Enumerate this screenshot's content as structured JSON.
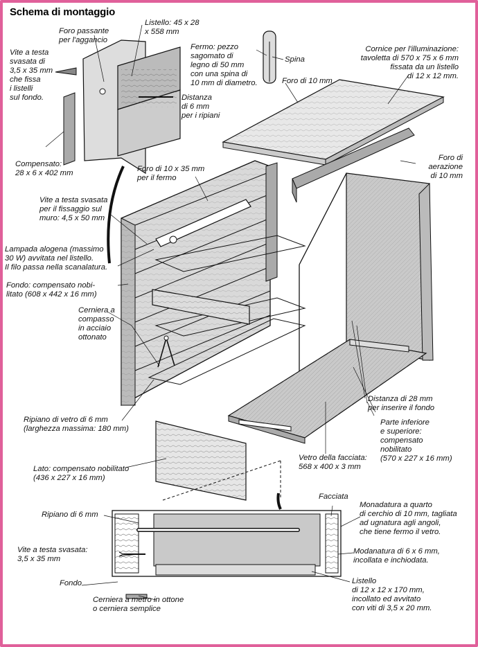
{
  "title": "Schema di montaggio",
  "labels": {
    "listello": "Listello: 45 x 28\nx 558 mm",
    "foro_passante": "Foro passante\nper l'aggancio",
    "fermo": "Fermo: pezzo\nsagomato di\nlegno di 50 mm\ncon una spina di\n10 mm di diametro.",
    "spina": "Spina",
    "cornice": "Cornice per l'illuminazione:\ntavoletta di 570 x 75 x 6 mm\nfissata da un listello\ndi 12 x 12 mm.",
    "vite_fondo": "Vite a testa\nsvasata di\n3,5 x 35 mm\nche fissa\ni listelli\nsul fondo.",
    "foro_10": "Foro di 10 mm",
    "distanza_6": "Distanza\ndi 6 mm\nper i ripiani",
    "compensato": "Compensato:\n28 x 6 x 402 mm",
    "foro_aerazione": "Foro di\naerazione\ndi 10 mm",
    "foro_10x35": "Foro di 10 x 35 mm\nper il fermo",
    "vite_muro": "Vite a testa svasata\nper il fissaggio sul\nmuro: 4,5 x 50 mm",
    "lampada": "Lampada alogena (massimo\n30 W) avvitata nel listello.\nIl filo passa nella scanalatura.",
    "fondo": "Fondo: compensato nobi-\nlitato (608 x 442 x 16 mm)",
    "cerniera": "Cerniera a\ncompasso\nin acciaio\nottonato",
    "distanza_28": "Distanza di 28 mm\nper inserire il fondo",
    "parte_inferiore": "Parte inferiore\ne superiore:\ncompensato\nnobilitato\n(570 x 227 x 16 mm)",
    "ripiano_vetro": "Ripiano di vetro di 6 mm\n(larghezza massima: 180 mm)",
    "vetro_facciata": "Vetro della facciata:\n568 x 400 x 3 mm",
    "lato": "Lato: compensato nobilitato\n(436 x 227 x 16 mm)",
    "facciata": "Facciata",
    "monadatura": "Monadatura a quarto\ndi cerchio di 10 mm, tagliata\nad ugnatura agli angoli,\nche tiene fermo il vetro.",
    "ripiano_6": "Ripiano di 6 mm",
    "vite_35": "Vite a testa svasata:\n3,5 x 35 mm",
    "modanatura": "Modanatura di 6 x 6 mm,\nincollata e inchiodata.",
    "fondo_small": "Fondo",
    "listello_small": "Listello\ndi 12 x 12 x 170 mm,\nincollato ed avvitato\ncon viti di 3,5 x 20 mm.",
    "cerniera_metro": "Cerniera a metro in ottone\no cerniera semplice"
  },
  "colors": {
    "border": "#e0609a",
    "panel_gray": "#c9c9c9",
    "line": "#111111"
  }
}
